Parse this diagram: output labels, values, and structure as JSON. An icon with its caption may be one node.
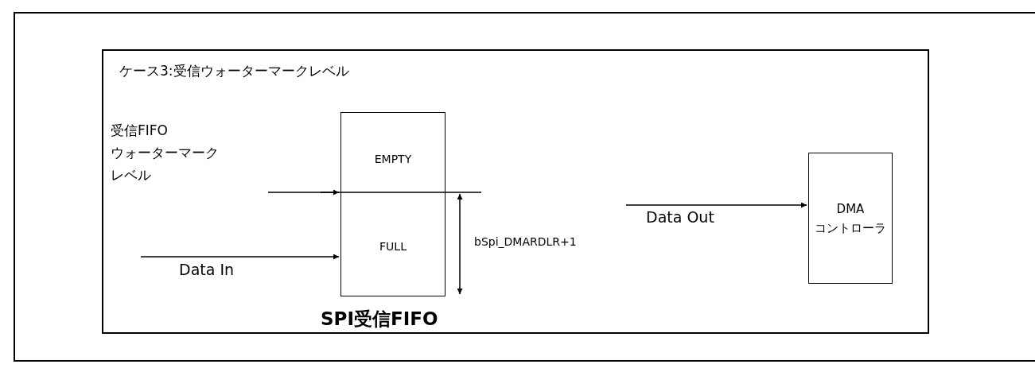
{
  "diagram": {
    "nodes": [
      {
        "text": [
          "ケース3:受信ウォーターマークレベル"
        ]
      },
      {
        "text": [
          "EMPTY",
          "FULL"
        ],
        "beside": [
          "SPI受信FIFO"
        ],
        "in": 0
      },
      {
        "text": [
          "DMA コントローラ"
        ],
        "in": 0
      },
      {
        "text": [
          "受信FIFO",
          "ウォーターマーク",
          "レベル"
        ],
        "in": 0
      }
    ],
    "edges": [
      {
        "from": 3,
        "to": 1,
        "arrow": "to"
      },
      {
        "from": null,
        "to": 1,
        "arrow": "to",
        "label": "Data In"
      },
      {
        "from": null,
        "to": 2,
        "arrow": "to",
        "label": "Data Out"
      }
    ],
    "labels": [
      "bSpi_DMARDLR+1"
    ]
  }
}
